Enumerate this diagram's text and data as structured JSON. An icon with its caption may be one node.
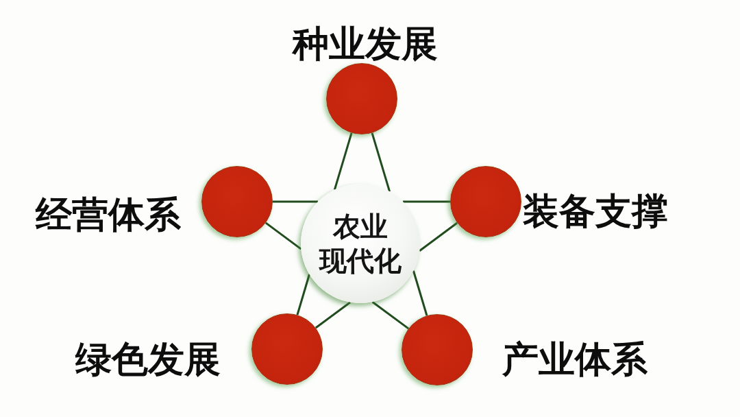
{
  "diagram": {
    "nodes": [
      {
        "text": [
          "农业现代化"
        ]
      },
      {
        "text": [],
        "shape": "circle",
        "beside": [
          "种业发展"
        ]
      },
      {
        "text": [],
        "shape": "circle",
        "beside": [
          "经营体系"
        ]
      },
      {
        "text": [],
        "shape": "circle",
        "beside": [
          "装备支撑"
        ]
      },
      {
        "text": [],
        "shape": "circle",
        "beside": [
          "绿色发展"
        ]
      },
      {
        "text": [],
        "shape": "circle",
        "beside": [
          "产业体系"
        ]
      }
    ],
    "edges": [
      {
        "from": 1,
        "to": 0,
        "arrow": "none"
      },
      {
        "from": 1,
        "to": 0,
        "arrow": "none"
      },
      {
        "from": 2,
        "to": 0,
        "arrow": "none"
      },
      {
        "from": 2,
        "to": 0,
        "arrow": "none"
      },
      {
        "from": 3,
        "to": 0,
        "arrow": "none"
      },
      {
        "from": 3,
        "to": 0,
        "arrow": "none"
      },
      {
        "from": 4,
        "to": 0,
        "arrow": "none"
      },
      {
        "from": 4,
        "to": 0,
        "arrow": "none"
      },
      {
        "from": 5,
        "to": 0,
        "arrow": "none"
      },
      {
        "from": 5,
        "to": 0,
        "arrow": "none"
      }
    ]
  }
}
